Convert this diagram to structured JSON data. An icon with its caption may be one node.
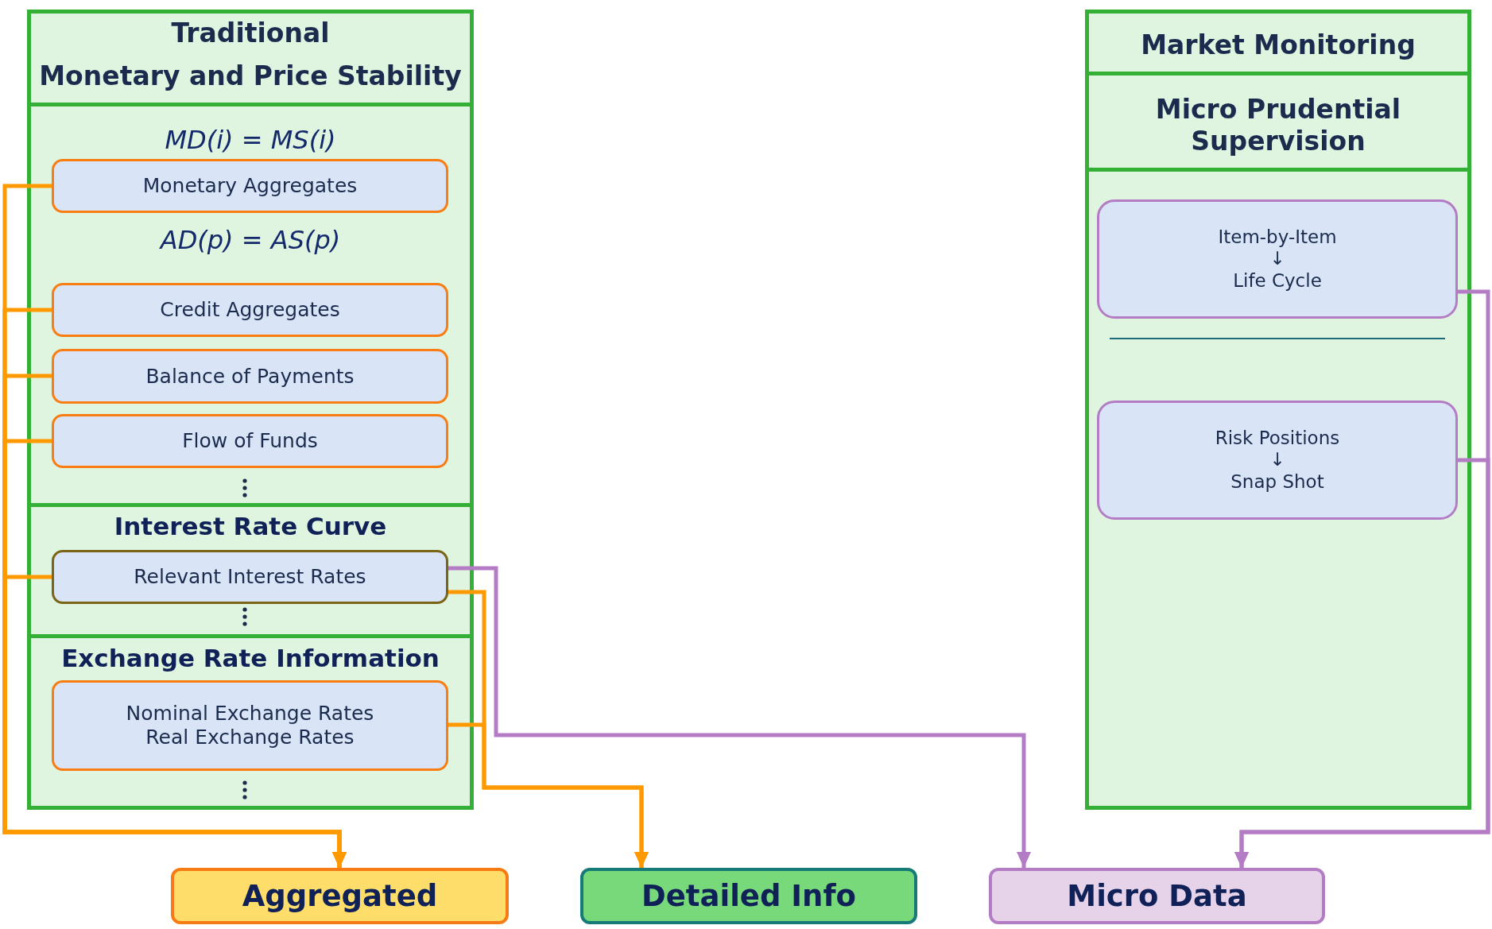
{
  "diagram": {
    "nodes": [
      {
        "text": [],
        "shape": "box"
      },
      {
        "text": [
          "Traditional",
          "Monetary and Price Stability"
        ],
        "in": 0
      },
      {
        "text": [
          "MD(i) = MS(i)",
          "AD(p) = AS(p)"
        ],
        "in": 0
      },
      {
        "text": [
          "Monetary Aggregates"
        ],
        "in": 2
      },
      {
        "text": [
          "Credit Aggregates"
        ],
        "in": 2
      },
      {
        "text": [
          "Balance of Payments"
        ],
        "in": 2
      },
      {
        "text": [
          "Flow of Funds"
        ],
        "in": 2
      },
      {
        "text": [
          "Interest Rate Curve"
        ],
        "in": 0
      },
      {
        "text": [
          "Relevant Interest Rates"
        ],
        "in": 7
      },
      {
        "text": [
          "Exchange Rate Information"
        ],
        "in": 0
      },
      {
        "text": [
          "Nominal Exchange Rates",
          "Real Exchange Rates"
        ],
        "in": 9
      },
      {
        "text": [],
        "shape": "box"
      },
      {
        "text": [
          "Market Monitoring"
        ],
        "in": 11
      },
      {
        "text": [
          "Micro Prudential Supervision"
        ],
        "in": 11
      },
      {
        "text": [
          "Item-by-Item",
          "↓",
          "Life Cycle"
        ],
        "in": 11
      },
      {
        "text": [
          "Risk Positions",
          "↓",
          "Snap Shot"
        ],
        "in": 11
      },
      {
        "text": [
          "Aggregated"
        ]
      },
      {
        "text": [
          "Detailed Info"
        ]
      },
      {
        "text": [
          "Micro Data"
        ]
      }
    ],
    "edges": [
      {
        "from": 3,
        "to": 16,
        "arrow": "to"
      },
      {
        "from": 4,
        "to": 16,
        "arrow": "to"
      },
      {
        "from": 5,
        "to": 16,
        "arrow": "to"
      },
      {
        "from": 6,
        "to": 16,
        "arrow": "to"
      },
      {
        "from": 8,
        "to": 16,
        "arrow": "to"
      },
      {
        "from": 8,
        "to": 17,
        "arrow": "to"
      },
      {
        "from": 10,
        "to": 17,
        "arrow": "to"
      },
      {
        "from": 8,
        "to": 18,
        "arrow": "to",
        "color": "#b57cc6"
      },
      {
        "from": 14,
        "to": 18,
        "arrow": "to",
        "color": "#b57cc6"
      },
      {
        "from": 15,
        "to": 18,
        "arrow": "to",
        "color": "#b57cc6"
      }
    ]
  }
}
